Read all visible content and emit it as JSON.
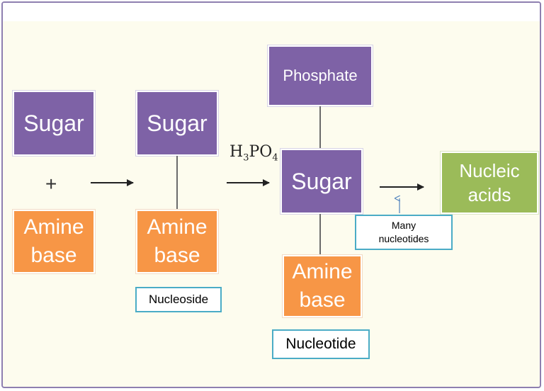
{
  "diagram": {
    "sugar_1": "Sugar",
    "plus": "+",
    "amine_base_1": [
      "Amine",
      "base"
    ],
    "sugar_2": "Sugar",
    "amine_base_2": [
      "Amine",
      "base"
    ],
    "nucleoside_label": "Nucleoside",
    "reagent": {
      "main": "H",
      "sub1": "3",
      "mid": "PO",
      "sub2": "4"
    },
    "phosphate": "Phosphate",
    "sugar_3": "Sugar",
    "amine_base_3": [
      "Amine",
      "base"
    ],
    "nucleotide_label": "Nucleotide",
    "many_nucleotides": [
      "Many",
      "nucleotides"
    ],
    "nucleic_acids": [
      "Nucleic",
      "acids"
    ]
  },
  "colors": {
    "sugar": "#7e62a6",
    "amine_base": "#f79646",
    "nucleic_acids": "#9bbb59",
    "label_border": "#4bacc6",
    "background": "#fdfcee"
  }
}
